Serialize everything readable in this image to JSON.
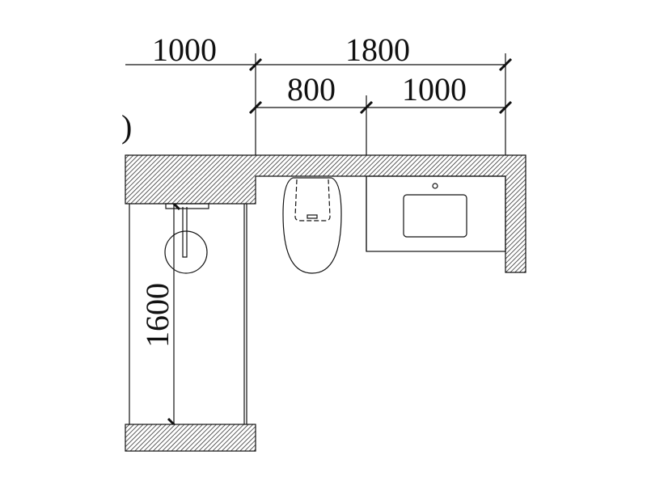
{
  "dimensions": {
    "top_left": "1000",
    "top_overall": "1800",
    "toilet_bay": "800",
    "vanity_bay": "1000",
    "shower_length": "1600",
    "cut_off_label": ")"
  },
  "colors": {
    "line": "#111111",
    "hatch": "#333333",
    "background": "#ffffff"
  }
}
